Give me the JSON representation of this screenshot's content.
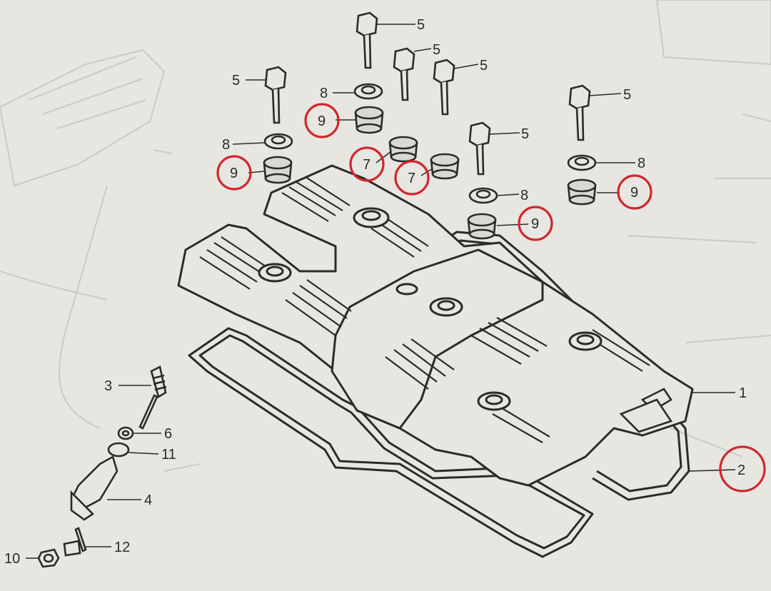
{
  "colors": {
    "paper": "#e7e6e1",
    "ink": "#2b2b2b",
    "faint": "#c9c8c3",
    "highlight": "#d0282e"
  },
  "diagram": {
    "callouts": [
      {
        "id": "c5a",
        "label": "5"
      },
      {
        "id": "c5b",
        "label": "5"
      },
      {
        "id": "c5c",
        "label": "5"
      },
      {
        "id": "c5d",
        "label": "5"
      },
      {
        "id": "c5e",
        "label": "5"
      },
      {
        "id": "c5f",
        "label": "5"
      },
      {
        "id": "c8a",
        "label": "8"
      },
      {
        "id": "c8b",
        "label": "8"
      },
      {
        "id": "c8c",
        "label": "8"
      },
      {
        "id": "c8d",
        "label": "8"
      },
      {
        "id": "c9a",
        "label": "9",
        "circled": true
      },
      {
        "id": "c9b",
        "label": "9",
        "circled": true
      },
      {
        "id": "c9c",
        "label": "9",
        "circled": true
      },
      {
        "id": "c9d",
        "label": "9",
        "circled": true
      },
      {
        "id": "c7a",
        "label": "7",
        "circled": true
      },
      {
        "id": "c7b",
        "label": "7",
        "circled": true
      },
      {
        "id": "c1",
        "label": "1"
      },
      {
        "id": "c2",
        "label": "2",
        "circled": true
      },
      {
        "id": "c3",
        "label": "3"
      },
      {
        "id": "c4",
        "label": "4"
      },
      {
        "id": "c6",
        "label": "6"
      },
      {
        "id": "c10",
        "label": "10"
      },
      {
        "id": "c11",
        "label": "11"
      },
      {
        "id": "c12",
        "label": "12"
      }
    ]
  }
}
